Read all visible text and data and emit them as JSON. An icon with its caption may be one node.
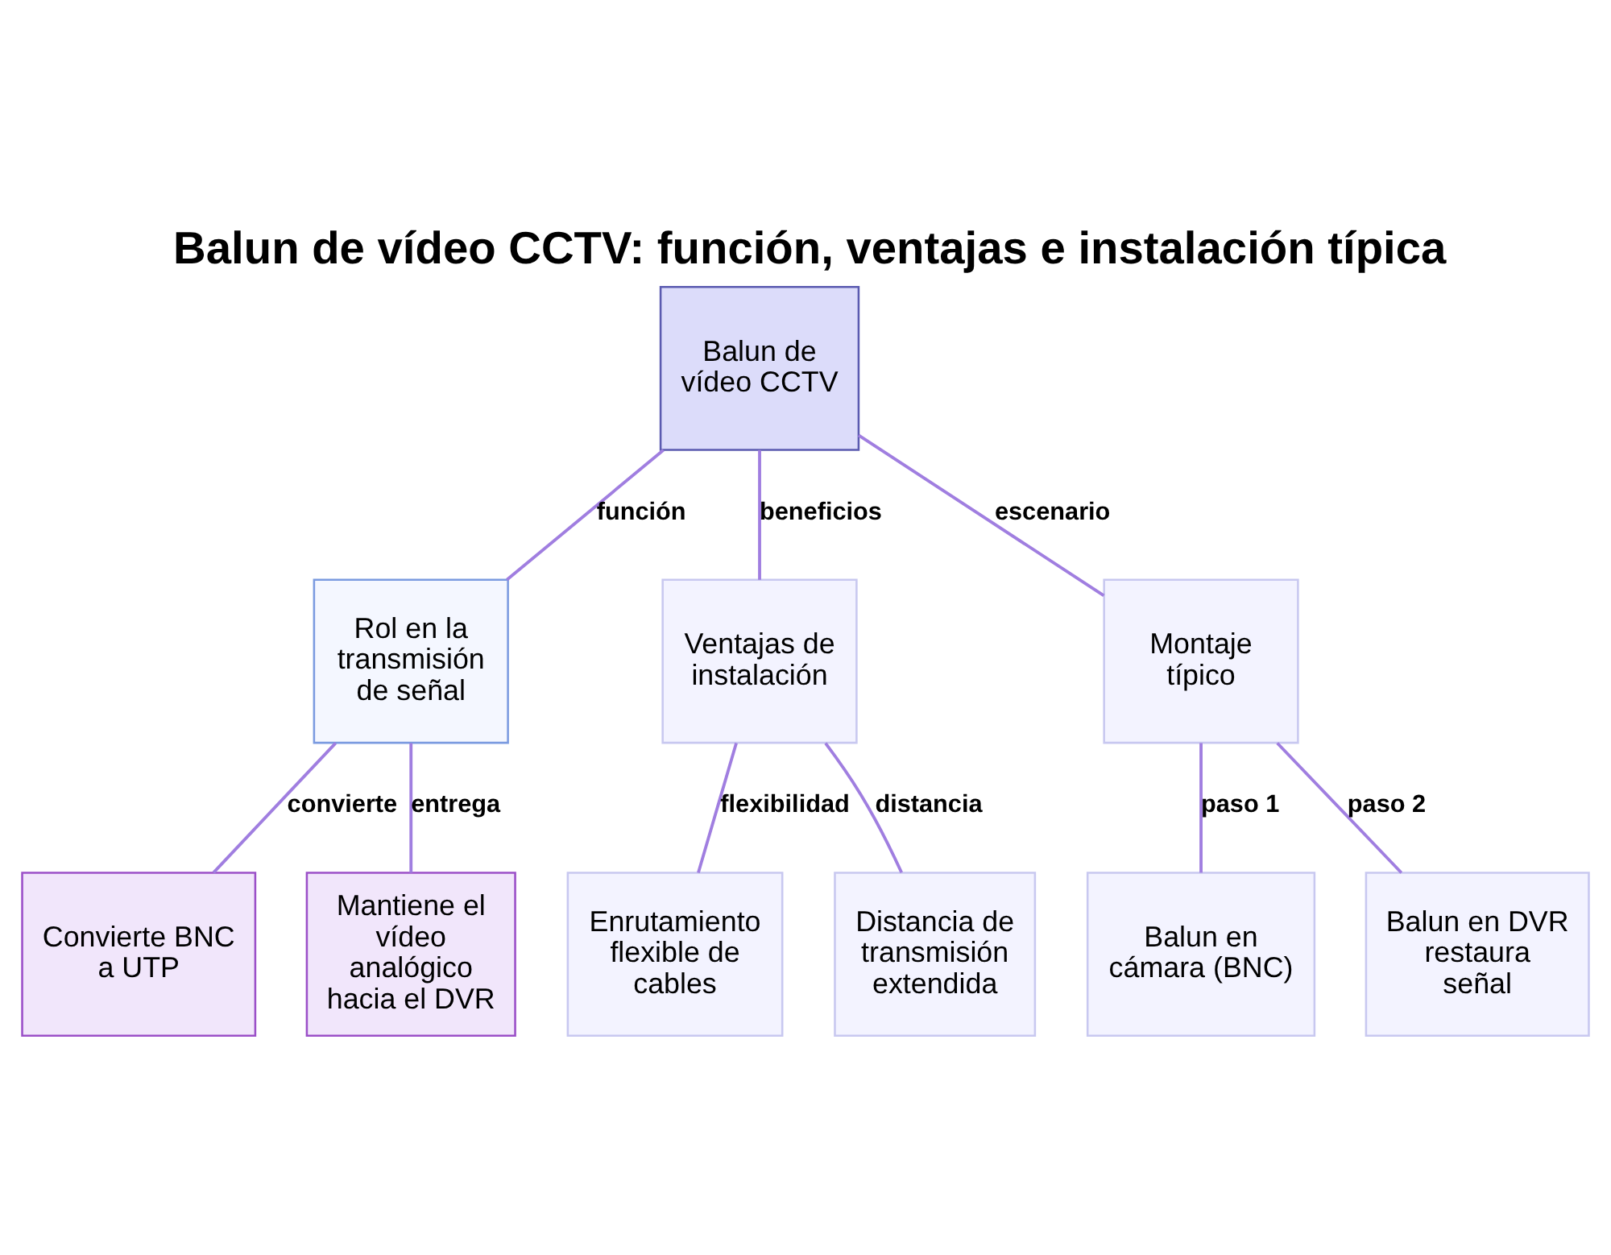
{
  "diagram": {
    "title": "Balun de vídeo CCTV: función, ventajas e instalación típica",
    "nodes": [
      {
        "text": [
          "Balun de vídeo CCTV"
        ]
      },
      {
        "text": [
          "Rol en la transmisión de señal"
        ]
      },
      {
        "text": [
          "Ventajas de instalación"
        ]
      },
      {
        "text": [
          "Montaje típico"
        ]
      },
      {
        "text": [
          "Convierte BNC a UTP"
        ]
      },
      {
        "text": [
          "Mantiene el vídeo analógico hacia el DVR"
        ]
      },
      {
        "text": [
          "Enrutamiento flexible de cables"
        ]
      },
      {
        "text": [
          "Distancia de transmisión extendida"
        ]
      },
      {
        "text": [
          "Balun en cámara (BNC)"
        ]
      },
      {
        "text": [
          "Balun en DVR restaura señal"
        ]
      }
    ],
    "edges": [
      {
        "from": 0,
        "to": 1,
        "arrow": "none",
        "label": "función"
      },
      {
        "from": 0,
        "to": 2,
        "arrow": "none",
        "label": "beneficios"
      },
      {
        "from": 0,
        "to": 3,
        "arrow": "none",
        "label": "escenario"
      },
      {
        "from": 1,
        "to": 4,
        "arrow": "none",
        "label": "convierte"
      },
      {
        "from": 1,
        "to": 5,
        "arrow": "none",
        "label": "entrega"
      },
      {
        "from": 2,
        "to": 6,
        "arrow": "none",
        "label": "flexibilidad"
      },
      {
        "from": 2,
        "to": 7,
        "arrow": "none",
        "label": "distancia"
      },
      {
        "from": 3,
        "to": 8,
        "arrow": "none",
        "label": "paso 1"
      },
      {
        "from": 3,
        "to": 9,
        "arrow": "none",
        "label": "paso 2"
      }
    ]
  }
}
